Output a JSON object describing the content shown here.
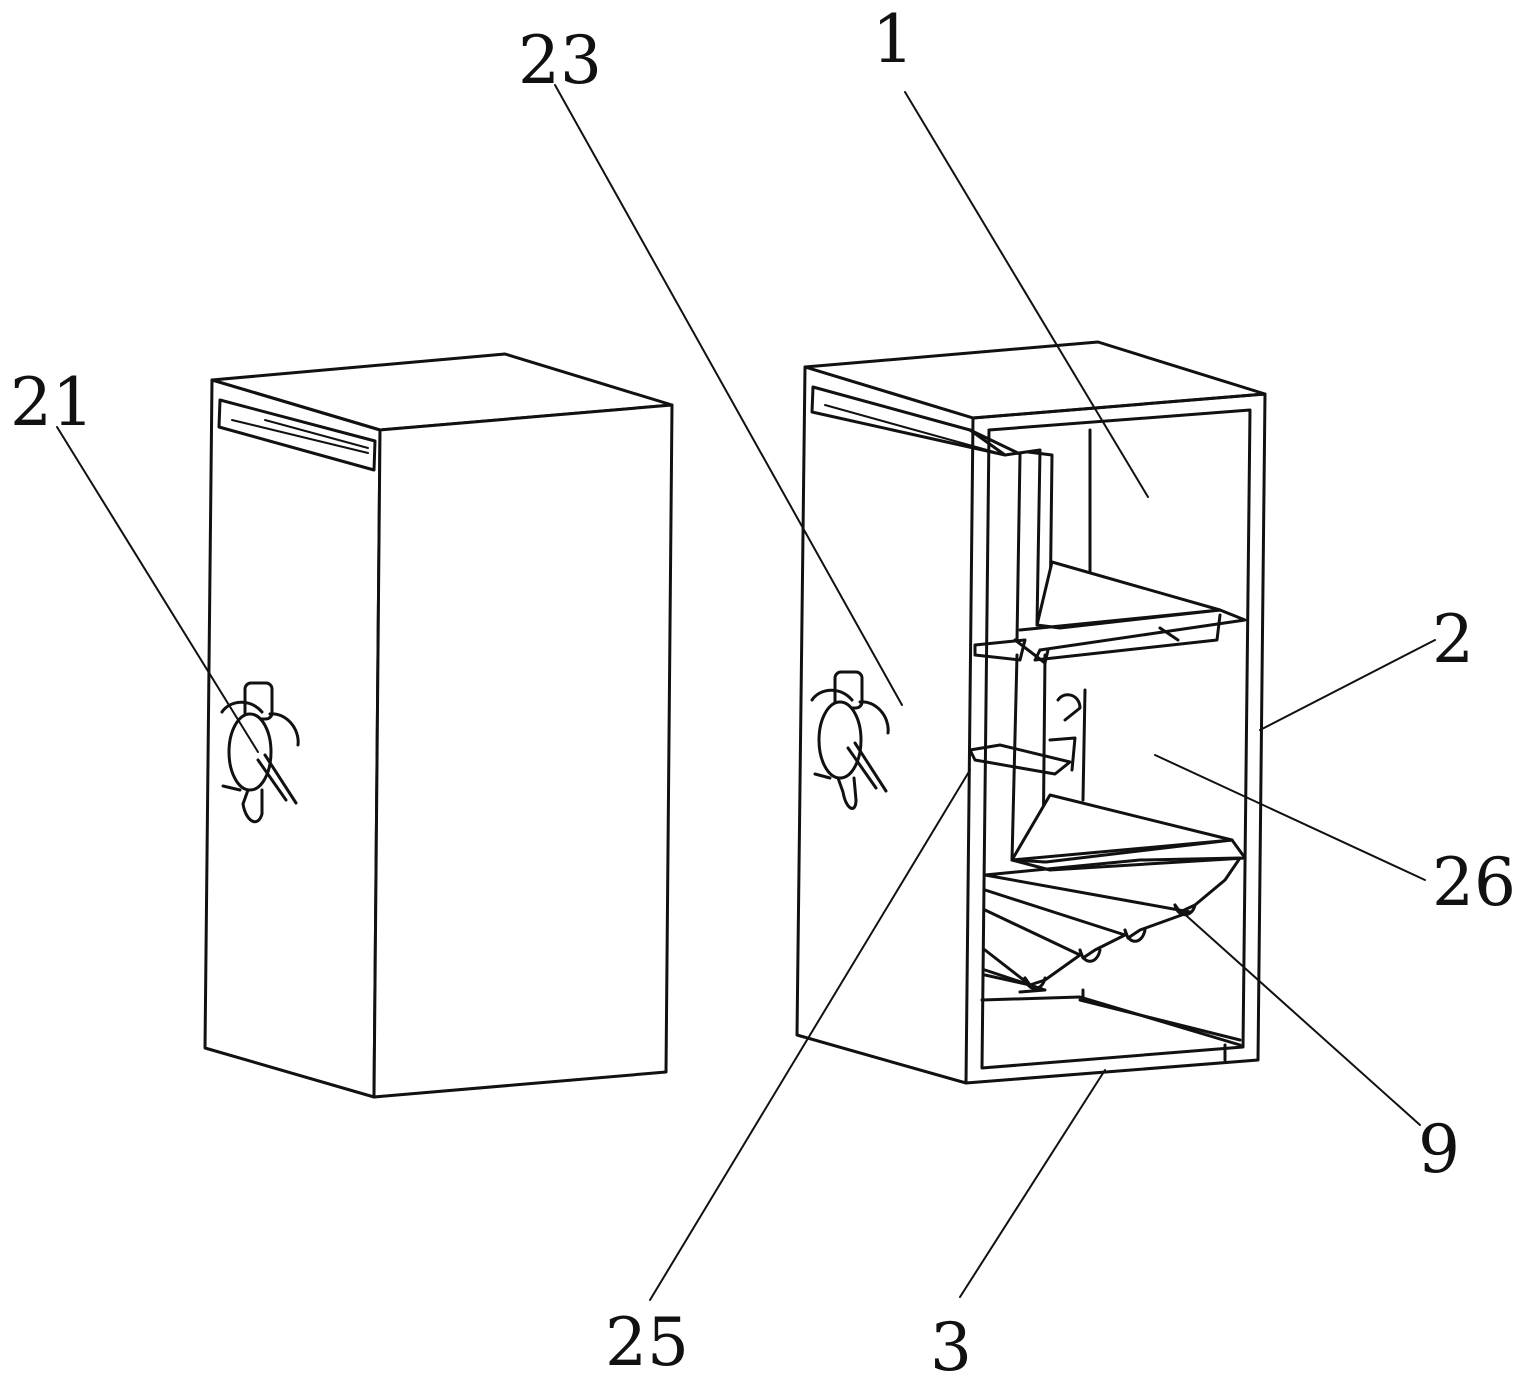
{
  "labels": {
    "l1": "1",
    "l2": "2",
    "l3": "3",
    "l9": "9",
    "l21": "21",
    "l23": "23",
    "l25": "25",
    "l26": "26"
  }
}
